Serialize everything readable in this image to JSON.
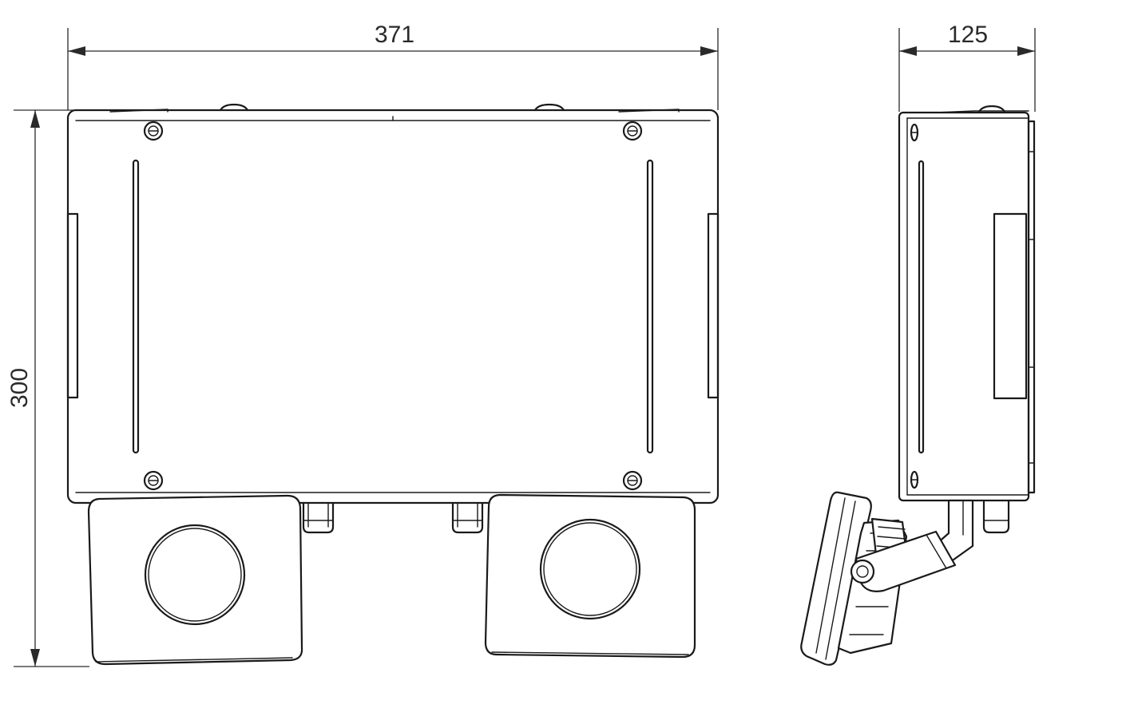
{
  "dimensions": {
    "width_label": "371",
    "depth_label": "125",
    "height_label": "300"
  },
  "colors": {
    "line": "#1a1a1a",
    "background": "#ffffff"
  }
}
